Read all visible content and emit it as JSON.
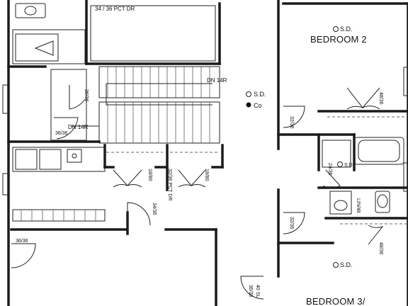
{
  "rooms": {
    "bedroom2": "BEDROOM 2",
    "bedroom3": "BEDROOM 3/"
  },
  "smoke_detectors": {
    "hall": "S.D.",
    "hall_co": "Co",
    "bedroom2": "S.D.",
    "bath": "S.D.",
    "bedroom3": "S.D."
  },
  "door_labels": {
    "top_pocket": "34 / 36 PCT DR",
    "hall_closet": "36/36",
    "stair_door": "36/36",
    "linen1": "18/80",
    "linen2": "18/80",
    "pocket": "32/36 PCT DR",
    "hall_door": "34/36",
    "garage": "36/36",
    "bottom_hall": "36/36",
    "bottom_hall_b": "40 SL",
    "bed2_left": "32/36",
    "bed2_closet": "48/36",
    "bath_door": "24/36",
    "bath_label": "LIN/48",
    "bed3_left": "32/36",
    "bed3_closet": "48/36"
  },
  "stairs": {
    "upper": "DN 14R",
    "lower": "DN 14R"
  },
  "colors": {
    "wall": "#1a1a1a",
    "line": "#222222",
    "background": "#ffffff"
  }
}
